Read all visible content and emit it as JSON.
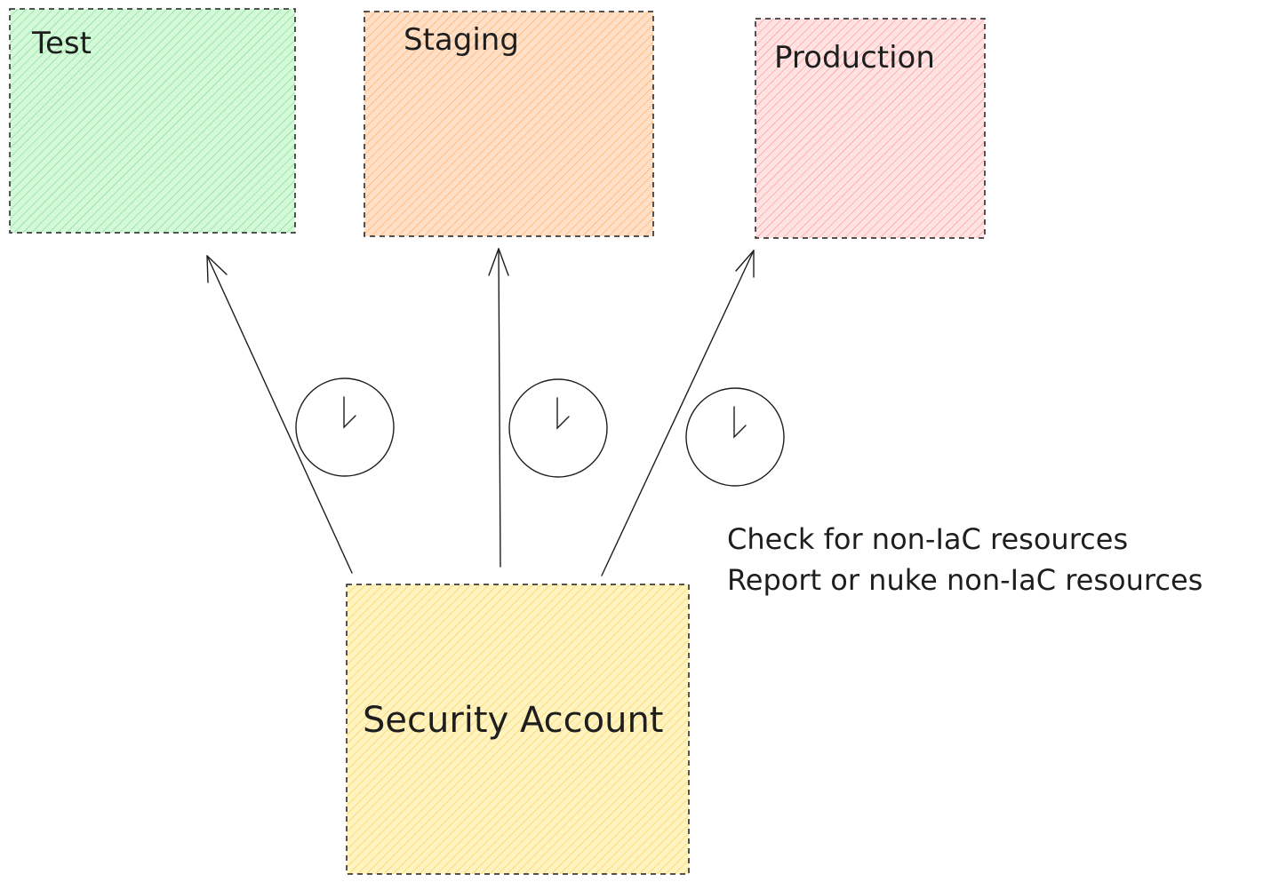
{
  "colors": {
    "test": "#b2f2bb",
    "test_hatch": "#40c057",
    "staging": "#ffc9a0",
    "staging_hatch": "#fd7e14",
    "production": "#ffc9c9",
    "production_hatch": "#fa5252",
    "security": "#ffec99",
    "security_hatch": "#fab005",
    "stroke": "#1e1e1e"
  },
  "boxes": {
    "test": {
      "label": "Test"
    },
    "staging": {
      "label": "Staging"
    },
    "production": {
      "label": "Production"
    },
    "security": {
      "label": "Security Account"
    }
  },
  "notes": [
    "Check for non-IaC resources",
    "Report or nuke non-IaC resources"
  ],
  "icons": [
    "clock-icon",
    "clock-icon",
    "clock-icon"
  ]
}
